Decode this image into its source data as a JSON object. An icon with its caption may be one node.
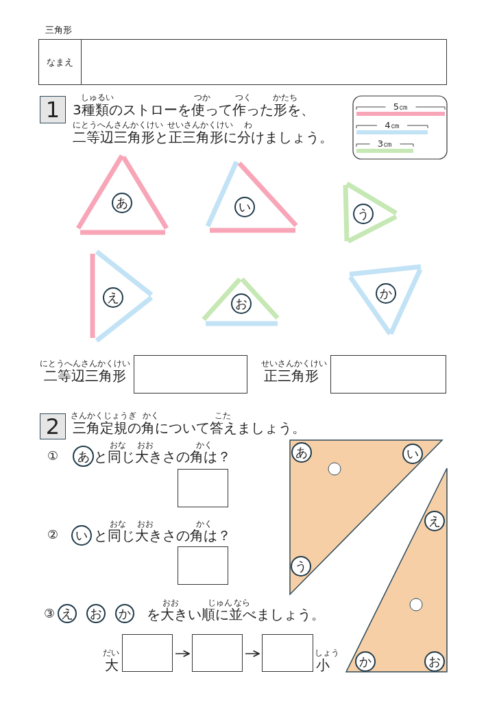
{
  "diagram": {
    "nodes": [
      {
        "text": [
          "なまえ"
        ]
      },
      {
        "text": [],
        "shape": "box"
      },
      {
        "text": [
          "1"
        ]
      },
      {
        "text": [
          "あ"
        ]
      },
      {
        "text": [
          "い"
        ]
      },
      {
        "text": [
          "う"
        ]
      },
      {
        "text": [
          "え"
        ]
      },
      {
        "text": [
          "お"
        ]
      },
      {
        "text": [
          "か"
        ]
      },
      {
        "text": [],
        "shape": "box"
      },
      {
        "text": [],
        "shape": "box"
      },
      {
        "text": [
          "2"
        ]
      },
      {
        "text": [
          "あ"
        ]
      },
      {
        "text": [],
        "shape": "box"
      },
      {
        "text": [
          "い"
        ]
      },
      {
        "text": [],
        "shape": "box"
      },
      {
        "text": [
          "え"
        ]
      },
      {
        "text": [
          "お"
        ]
      },
      {
        "text": [
          "か"
        ]
      },
      {
        "text": [],
        "shape": "box"
      },
      {
        "text": [],
        "shape": "box"
      },
      {
        "text": [],
        "shape": "box"
      },
      {
        "text": [
          "あ"
        ]
      },
      {
        "text": [
          "い"
        ]
      },
      {
        "text": [
          "え"
        ]
      },
      {
        "text": [
          "う"
        ]
      },
      {
        "text": [
          "か"
        ]
      },
      {
        "text": [
          "お"
        ]
      }
    ],
    "edges": [
      {
        "from": 19,
        "to": 20,
        "arrow": "to"
      },
      {
        "from": 20,
        "to": 21,
        "arrow": "to"
      }
    ],
    "labels": [
      "三角形",
      "しゅるい",
      "つか",
      "つく",
      "かたち",
      "3種類のストローを使って作った形を、",
      "にとうへんさんかくけい",
      "せいさんかくけい",
      "わ",
      "二等辺三角形と正三角形に分けましょう。",
      "にとうへんさんかくけい",
      "二等辺三角形",
      "せいさんかくけい",
      "正三角形",
      "さんかくじょうぎ",
      "かく",
      "こた",
      "三角定規の角について答えましょう。",
      "①",
      "おな",
      "おお",
      "かく",
      "と同じ大きさの角は？",
      "②",
      "おな",
      "おお",
      "かく",
      "と同じ大きさの角は？",
      "③",
      "おお",
      "じゅん",
      "なら",
      "を大きい順に並べましょう。",
      "だい",
      "大",
      "しょう",
      "小"
    ],
    "legend": [
      {
        "text": "5㎝",
        "color": "#f8a5b8"
      },
      {
        "text": "4㎝",
        "color": "#c2e2f5"
      },
      {
        "text": "3㎝",
        "color": "#c6e8b4"
      }
    ]
  }
}
